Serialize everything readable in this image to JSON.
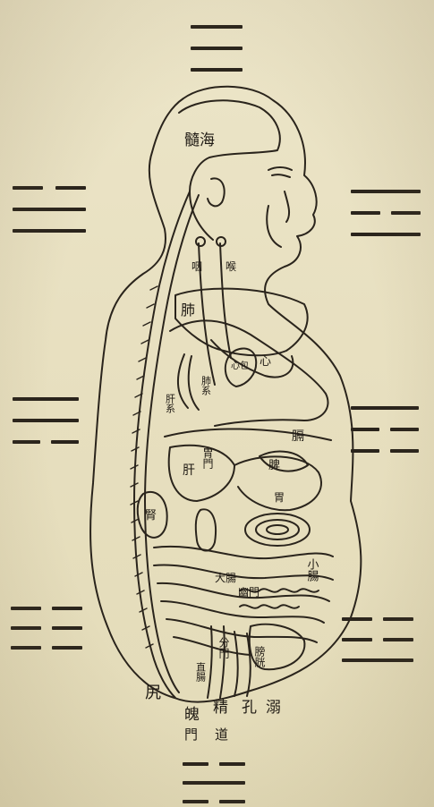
{
  "colors": {
    "paper": "#e9e2c4",
    "ink": "#2a241c"
  },
  "trigrams": {
    "top": {
      "lines": [
        "solid",
        "solid",
        "solid"
      ]
    },
    "left_upper": {
      "lines": [
        "broken",
        "solid",
        "solid"
      ]
    },
    "right_upper": {
      "lines": [
        "solid",
        "broken",
        "solid"
      ]
    },
    "left_middle": {
      "lines": [
        "solid",
        "solid",
        "broken"
      ]
    },
    "right_middle": {
      "lines": [
        "solid",
        "broken",
        "broken"
      ]
    },
    "left_lower": {
      "lines": [
        "broken",
        "broken",
        "broken"
      ]
    },
    "right_lower": {
      "lines": [
        "broken",
        "broken",
        "solid"
      ]
    },
    "bottom": {
      "lines": [
        "broken",
        "solid",
        "broken"
      ]
    }
  },
  "labels": {
    "brain": "髓海",
    "throat_a": "咽",
    "throat_b": "喉",
    "lung": "肺",
    "heart": "心",
    "heart_aux": "心包",
    "liver_system_a": "肝系",
    "liver_system_b": "肺系",
    "diaphragm": "膈",
    "liver": "肝",
    "gall_gate": "胃門",
    "kidney": "腎",
    "spleen": "脾",
    "stomach": "胃",
    "small_intestine": "小腸",
    "pylorus": "幽門",
    "bladder": "膀胱",
    "large_intestine": "大腸",
    "gate": "分門",
    "coccyx": "尻",
    "anus_gate": "魄門",
    "semen_path": "精道",
    "urine_hole": "溺孔",
    "rectum_label": "直腸"
  }
}
